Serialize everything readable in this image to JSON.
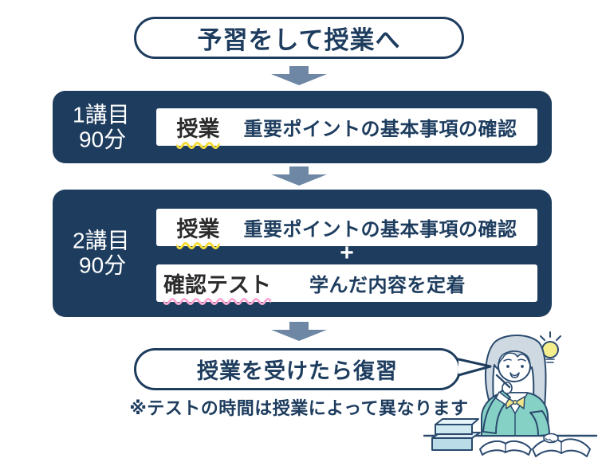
{
  "palette": {
    "navy": "#1d3c5e",
    "arrow_blue": "#6d87a4",
    "keyword_black": "#2b2b2b",
    "underline_yellow": "#f5dd3a",
    "underline_pink": "#f8a9d4",
    "jacket_teal": "#86d1c6",
    "hair_gray": "#cfd9e2",
    "book_blue": "#b9dce8",
    "bulb_yellow": "#f6ee8d"
  },
  "flow": {
    "top_pill": {
      "label": "予習をして授業へ"
    },
    "step1": {
      "duration": {
        "line1": "1講目",
        "line2": "90分"
      },
      "item": {
        "keyword": "授業",
        "description": "重要ポイントの基本事項の確認"
      }
    },
    "step2": {
      "duration": {
        "line1": "2講目",
        "line2": "90分"
      },
      "item1": {
        "keyword": "授業",
        "description": "重要ポイントの基本事項の確認"
      },
      "plus": "+",
      "item2": {
        "keyword": "確認テスト",
        "description": "学んだ内容を定着"
      }
    },
    "bottom_bubble": {
      "label": "授業を受けたら復習"
    },
    "note": "※テストの時間は授業によって異なります"
  },
  "illustration": {
    "name": "student-thinking-with-lightbulb-and-books"
  }
}
